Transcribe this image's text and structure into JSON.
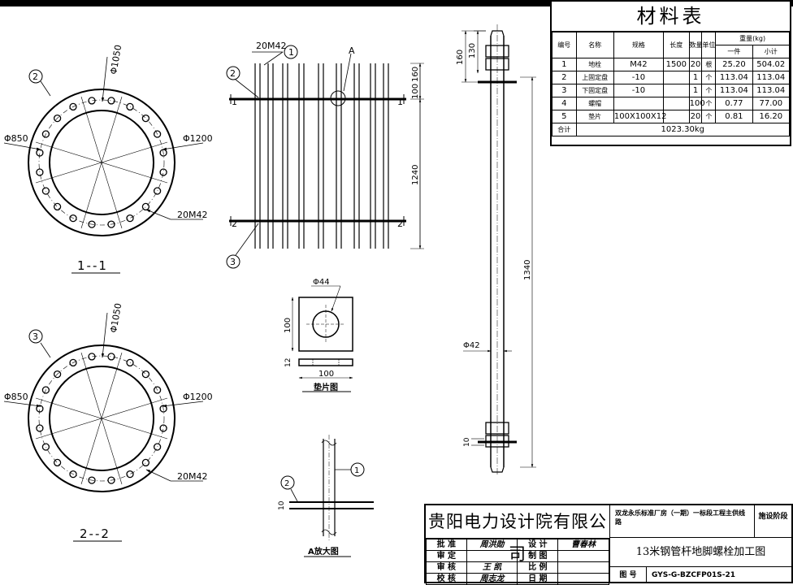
{
  "material_table": {
    "title": "材料表",
    "headers": {
      "no": "编号",
      "name": "名称",
      "spec": "规格",
      "length": "长度",
      "qty": "数量",
      "unit": "单位",
      "weight": "重量(kg)",
      "each": "一件",
      "subtotal": "小计"
    },
    "rows": [
      {
        "no": "1",
        "name": "地栓",
        "spec": "M42",
        "length": "1500",
        "qty": "20",
        "unit": "根",
        "each": "25.20",
        "subtotal": "504.02"
      },
      {
        "no": "2",
        "name": "上固定盘",
        "spec": "-10",
        "length": "",
        "qty": "1",
        "unit": "个",
        "each": "113.04",
        "subtotal": "113.04"
      },
      {
        "no": "3",
        "name": "下固定盘",
        "spec": "-10",
        "length": "",
        "qty": "1",
        "unit": "个",
        "each": "113.04",
        "subtotal": "113.04"
      },
      {
        "no": "4",
        "name": "螺帽",
        "spec": "",
        "length": "",
        "qty": "100",
        "unit": "个",
        "each": "0.77",
        "subtotal": "77.00"
      },
      {
        "no": "5",
        "name": "垫片",
        "spec": "100X100X12",
        "length": "",
        "qty": "20",
        "unit": "个",
        "each": "0.81",
        "subtotal": "16.20"
      }
    ],
    "total_label": "合计",
    "total_value": "1023.30kg"
  },
  "views": {
    "section1": {
      "title": "1--1",
      "tag": "2",
      "dim_outer": "Φ1200",
      "dim_inner": "Φ850",
      "dim_bolt_circle": "Φ1050",
      "bolt_label": "20M42"
    },
    "section2": {
      "title": "2--2",
      "tag": "3",
      "dim_outer": "Φ1200",
      "dim_inner": "Φ850",
      "dim_bolt_circle": "Φ1050",
      "bolt_label": "20M42"
    },
    "elevation": {
      "bolt_label": "20M42",
      "tag_bolt": "1",
      "tag_top": "2",
      "tag_bottom": "3",
      "detail_mark": "A",
      "sec1_left": "1",
      "sec1_right": "1",
      "sec2_left": "2",
      "sec2_right": "2",
      "dim_top": "100",
      "dim_top2": "160",
      "dim_mid": "1240"
    },
    "washer": {
      "title": "垫片图",
      "hole": "Φ44",
      "size": "100",
      "width": "100",
      "thk": "12"
    },
    "detail": {
      "title": "A放大图",
      "tag_bolt": "1",
      "tag_plate": "2",
      "thk": "10"
    },
    "bolt": {
      "dim_top": "160",
      "dim_top2": "130",
      "dim_len": "1340",
      "dia": "Φ42",
      "dim_bottom": "10"
    }
  },
  "title_block": {
    "company": "贵阳电力设计院有限公司",
    "project": "双龙永乐标准厂房（一期）一标段工程主供线路",
    "stage": "施设阶段",
    "drawing_name": "13米钢管杆地脚螺栓加工图",
    "drawing_no_label": "图 号",
    "drawing_no": "GYS-G-BZCFP01S-21",
    "roles": [
      {
        "r1": "批 准",
        "s1": "周洪勋",
        "r2": "设 计",
        "s2": "曹春林"
      },
      {
        "r1": "审 定",
        "s1": "",
        "r2": "制 图",
        "s2": ""
      },
      {
        "r1": "审 核",
        "s1": "王 凯",
        "r2": "比 例",
        "s2": ""
      },
      {
        "r1": "校 核",
        "s1": "周志龙",
        "r2": "日 期",
        "s2": ""
      }
    ]
  }
}
